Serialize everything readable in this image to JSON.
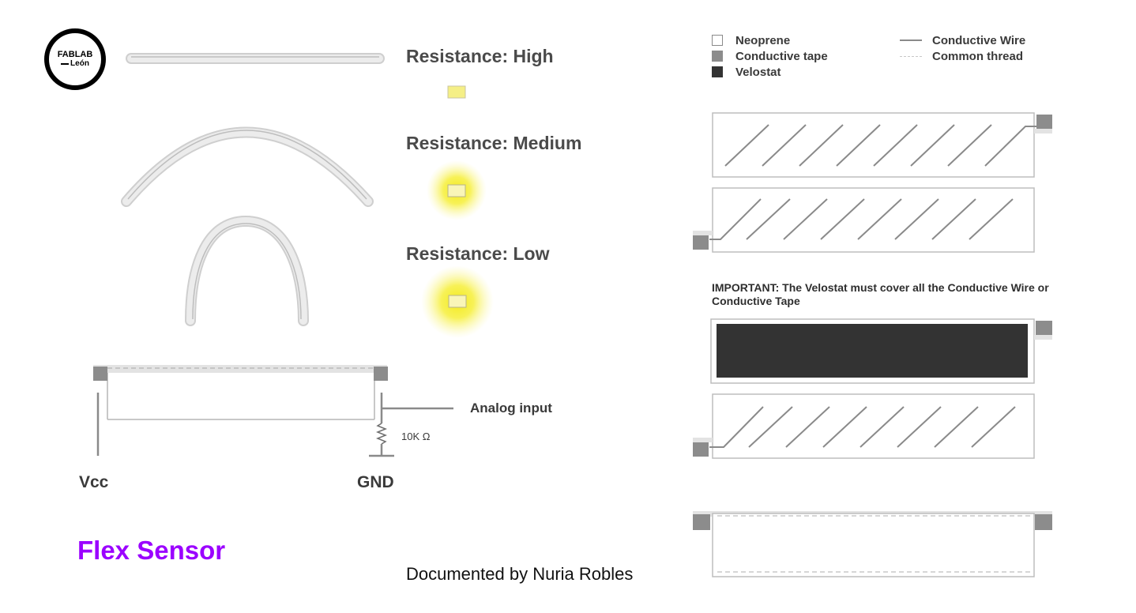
{
  "logo": {
    "line1": "FABLAB",
    "line2": "León"
  },
  "resistance": {
    "high": "Resistance: High",
    "medium": "Resistance: Medium",
    "low": "Resistance: Low"
  },
  "circuit": {
    "analog_input": "Analog input",
    "resistor": "10K Ω",
    "vcc": "Vcc",
    "gnd": "GND"
  },
  "legend": {
    "neoprene": "Neoprene",
    "conductive_tape": "Conductive tape",
    "velostat": "Velostat",
    "conductive_wire": "Conductive Wire",
    "common_thread": "Common thread"
  },
  "important_note": "IMPORTANT: The Velostat must cover all the Conductive Wire or Conductive Tape",
  "title": "Flex Sensor",
  "credit": "Documented by Nuria Robles",
  "colors": {
    "title": "#9b00ff",
    "velostat": "#333333",
    "conductive_tape": "#8c8c8c",
    "neoprene": "#ffffff",
    "led_glow": "#f6ef3a",
    "wire": "#8a8a8a"
  }
}
